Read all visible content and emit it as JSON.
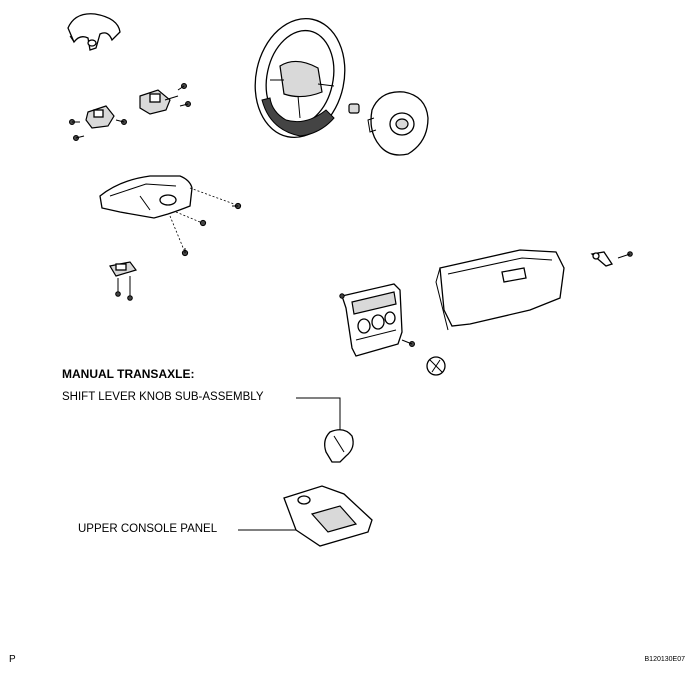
{
  "labels": {
    "heading": "MANUAL TRANSAXLE:",
    "shift_knob": "SHIFT LEVER KNOB SUB-ASSEMBLY",
    "upper_console": "UPPER CONSOLE PANEL"
  },
  "corner": {
    "left_mark": "P",
    "figure_id": "B120130E07"
  }
}
